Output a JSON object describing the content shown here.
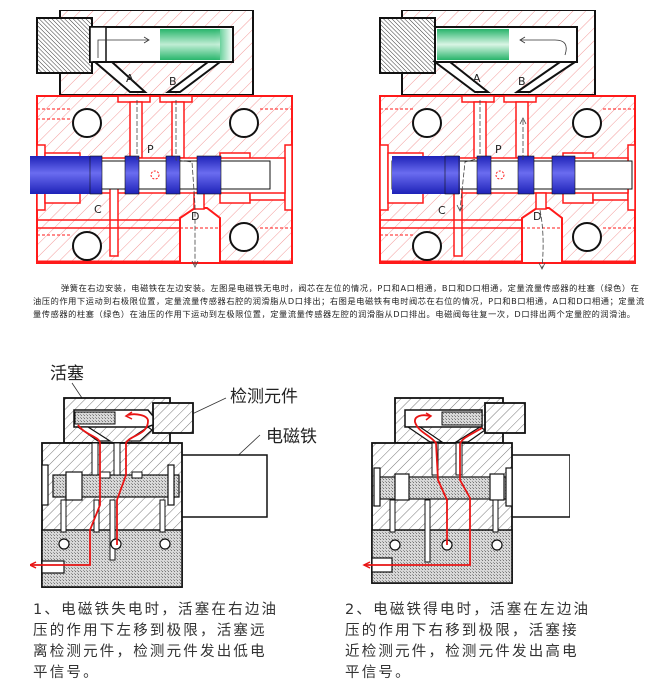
{
  "top_diagrams": {
    "left": {
      "state": "电磁铁无电时",
      "port_labels": [
        "A",
        "B",
        "P",
        "C",
        "D"
      ],
      "piston_color": "#2fc07a",
      "spool_color": "#2b2fd0",
      "body_color": "#ff1a1a"
    },
    "right": {
      "state": "电磁铁有电时",
      "port_labels": [
        "A",
        "B",
        "P",
        "C",
        "D"
      ],
      "piston_color": "#2fc07a",
      "spool_color": "#2b2fd0",
      "body_color": "#ff1a1a"
    }
  },
  "description": "弹簧在右边安装，电磁铁在左边安装。左图是电磁铁无电时，阀芯在左位的情况，P口和A口相通，B口和D口相通，定量流量传感器的柱塞（绿色）在油压的作用下运动到右极限位置，定量流量传感器右腔的润滑脂从D口排出；右图是电磁铁有电时阀芯在右位的情况，P口和B口相通，A口和D口相通；定量流量传感器的柱塞（绿色）在油压的作用下运动到左极限位置，定量流量传感器左腔的润滑脂从D口排出。电磁阀每往复一次，D口排出两个定量腔的润滑油。",
  "bottom_diagrams": {
    "labels": {
      "piston": "活塞",
      "detector": "检测元件",
      "magnet": "电磁铁"
    },
    "flow_color": "#e81414"
  },
  "captions": [
    "1、电磁铁失电时，活塞在右边油压的作用下左移到极限，活塞远离检测元件，检测元件发出低电平信号。",
    "2、电磁铁得电时，活塞在左边油压的作用下右移到极限，活塞接近检测元件，检测元件发出高电平信号。"
  ]
}
